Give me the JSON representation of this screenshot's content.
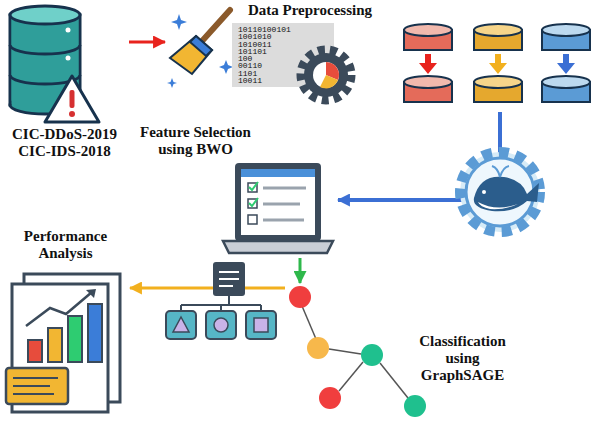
{
  "diagram": {
    "nodes": [
      {
        "text": [
          "CIC-DDoS-2019 CIC-IDS-2018"
        ]
      },
      {
        "text": [
          "Data Preprocessing"
        ]
      },
      {
        "text": [
          "Feature Selection using BWO"
        ]
      },
      {
        "text": [
          "Classification using GraphSAGE"
        ]
      },
      {
        "text": [
          "Performance Analysis"
        ]
      }
    ],
    "edges": [
      {
        "from": 0,
        "to": 1,
        "arrow": "to"
      },
      {
        "from": 1,
        "to": 2,
        "arrow": "to"
      },
      {
        "from": 2,
        "to": 3,
        "arrow": "to"
      },
      {
        "from": 3,
        "to": 4,
        "arrow": "to"
      }
    ],
    "labels": [
      "10110100101",
      "1001010",
      "1010011",
      "101101",
      "100",
      "00110",
      "1101",
      "10011"
    ]
  }
}
